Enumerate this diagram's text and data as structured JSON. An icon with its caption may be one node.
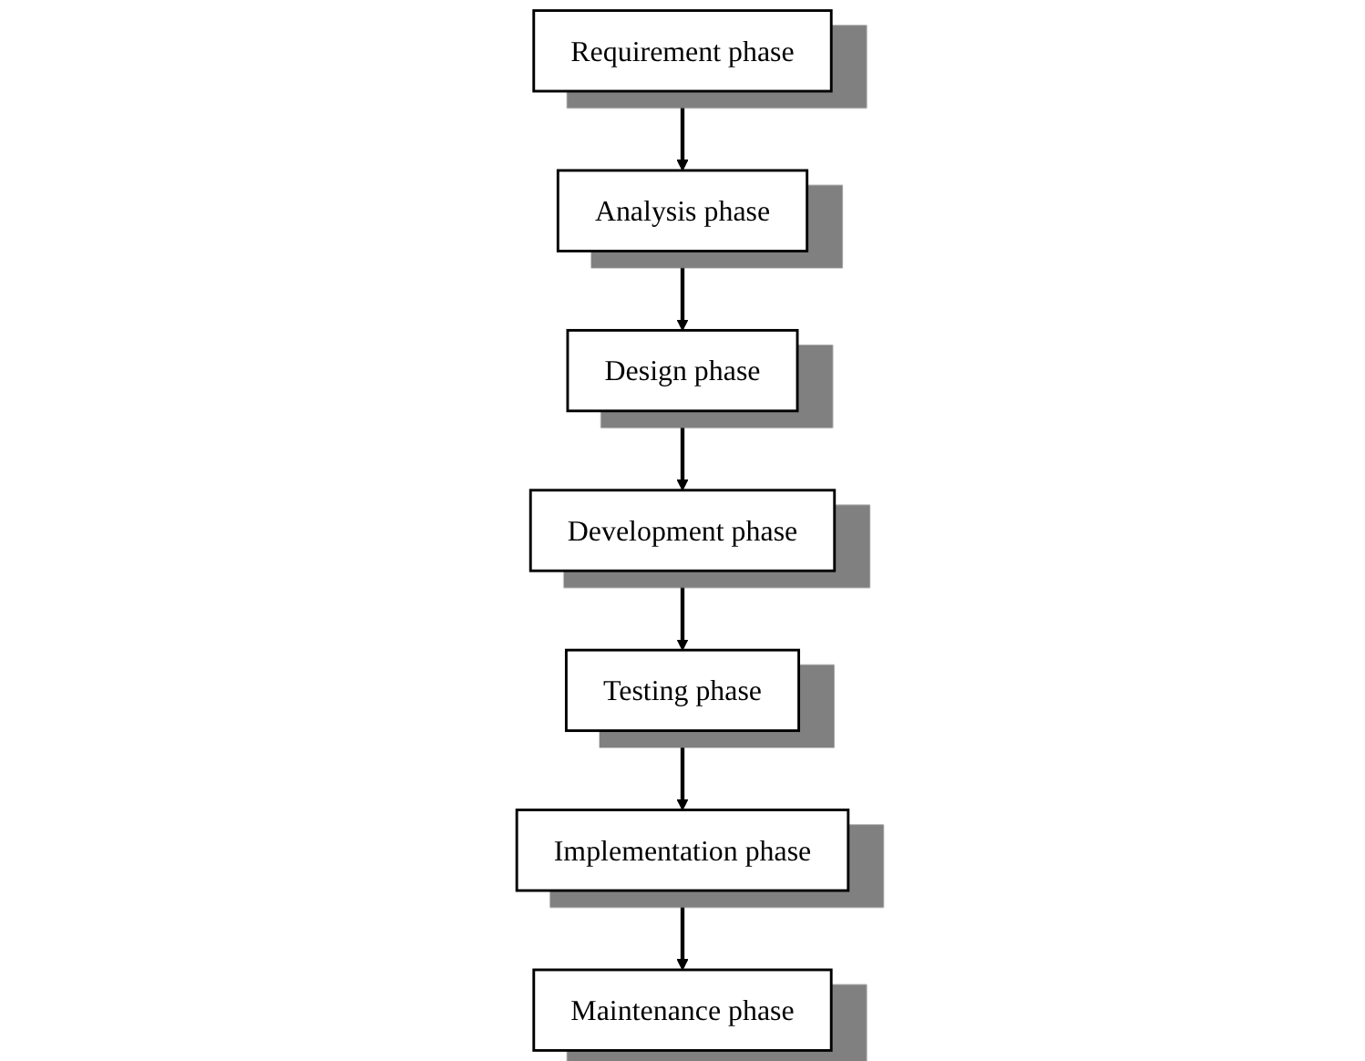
{
  "diagram": {
    "nodes": [
      {
        "text": [
          "Requirement phase"
        ]
      },
      {
        "text": [
          "Analysis phase"
        ]
      },
      {
        "text": [
          "Design phase"
        ]
      },
      {
        "text": [
          "Development phase"
        ]
      },
      {
        "text": [
          "Testing phase"
        ]
      },
      {
        "text": [
          "Implementation phase"
        ]
      },
      {
        "text": [
          "Maintenance phase"
        ]
      }
    ],
    "edges": [
      {
        "from": 0,
        "to": 1,
        "arrow": "to"
      },
      {
        "from": 1,
        "to": 2,
        "arrow": "to"
      },
      {
        "from": 2,
        "to": 3,
        "arrow": "to"
      },
      {
        "from": 3,
        "to": 4,
        "arrow": "to"
      },
      {
        "from": 4,
        "to": 5,
        "arrow": "to"
      },
      {
        "from": 5,
        "to": 6,
        "arrow": "to"
      }
    ]
  }
}
